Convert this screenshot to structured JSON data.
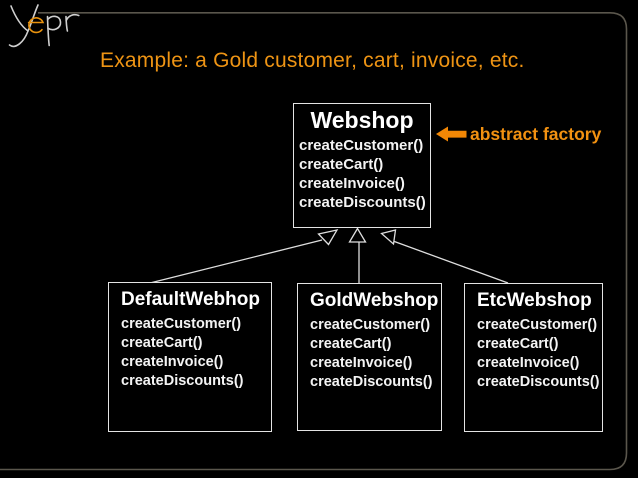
{
  "logo": {
    "text": "Yepr"
  },
  "slide": {
    "title": "Example: a Gold customer, cart, invoice, etc."
  },
  "annotation": {
    "label": "abstract factory"
  },
  "diagram": {
    "parent": {
      "name": "Webshop",
      "methods": [
        "createCustomer()",
        "createCart()",
        "createInvoice()",
        "createDiscounts()"
      ]
    },
    "children": [
      {
        "name": "DefaultWebhop",
        "methods": [
          "createCustomer()",
          "createCart()",
          "createInvoice()",
          "createDiscounts()"
        ]
      },
      {
        "name": "GoldWebshop",
        "methods": [
          "createCustomer()",
          "createCart()",
          "createInvoice()",
          "createDiscounts()"
        ]
      },
      {
        "name": "EtcWebshop",
        "methods": [
          "createCustomer()",
          "createCart()",
          "createInvoice()",
          "createDiscounts()"
        ]
      }
    ]
  },
  "colors": {
    "background": "#000000",
    "title_orange": "#ee9414",
    "annotation_orange": "#f29111",
    "arrow_orange": "#f28705",
    "box_border": "#e4e4e4",
    "box_text": "#f4f4f4",
    "frame_border": "#5a564c",
    "logo_stroke": "#cfcfcf",
    "logo_accent": "#e8920e"
  }
}
